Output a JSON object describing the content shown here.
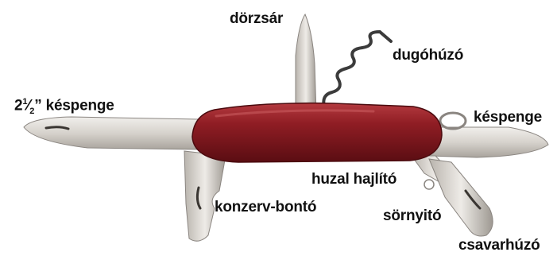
{
  "labels": {
    "blade_small_prefix": "2",
    "blade_small_num": "1",
    "blade_small_den": "2",
    "blade_small_suffix": "” késpenge",
    "reamer": "dörzsár",
    "corkscrew": "dugóhúzó",
    "blade_large": "késpenge",
    "wire_bender": "huzal hajlító",
    "can_opener": "konzerv-bontó",
    "bottle_opener": "sörnyitó",
    "screwdriver": "csavarhúzó"
  },
  "colors": {
    "handle": "#8f1d24",
    "handle_dark": "#5a0d12",
    "steel": "#d9d5cf",
    "steel_dark": "#8a8580",
    "label": "#111111"
  }
}
